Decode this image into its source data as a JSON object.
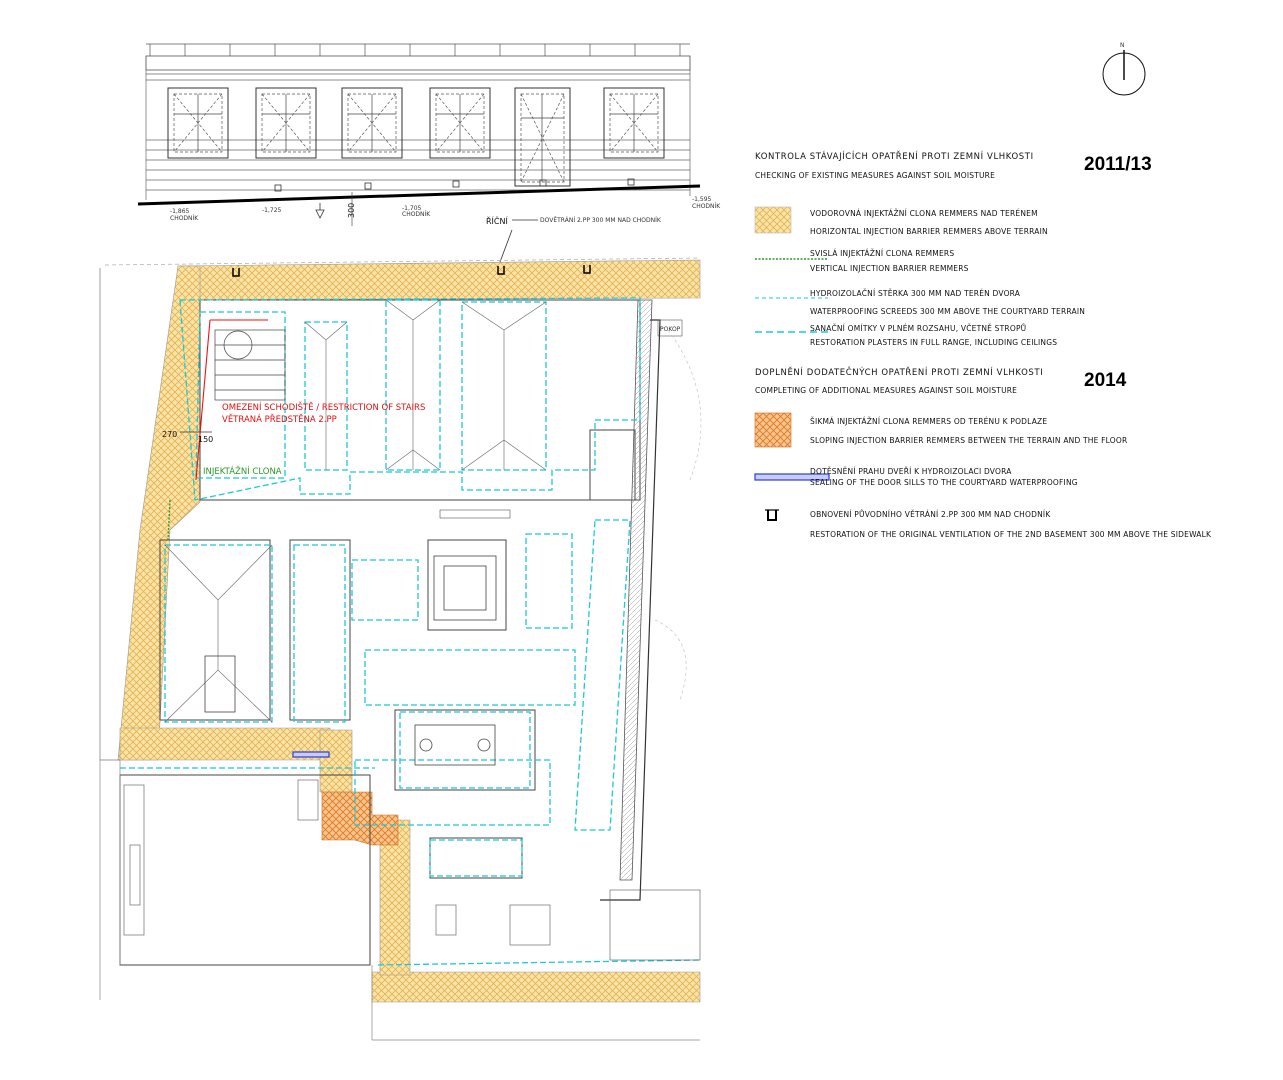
{
  "legend": {
    "section_existing": {
      "title_cz": "KONTROLA  STÁVAJÍCÍCH OPATŘENÍ PROTI ZEMNÍ VLHKOSTI",
      "title_en": "CHECKING OF EXISTING MEASURES AGAINST SOIL MOISTURE",
      "year": "2011/13"
    },
    "section_additional": {
      "title_cz": "DOPLNĚNÍ DODATEČNÝCH OPATŘENÍ PROTI ZEMNÍ VLHKOSTI",
      "title_en": "COMPLETING OF ADDITIONAL MEASURES AGAINST SOIL MOISTURE",
      "year": "2014"
    },
    "items": [
      {
        "cz": "VODOROVNÁ INJEKTÁŽNÍ CLONA REMMERS NAD TERÉNEM",
        "en": "HORIZONTAL INJECTION BARRIER REMMERS ABOVE TERRAIN"
      },
      {
        "cz": "SVISLÁ INJEKTÁŽNÍ CLONA REMMERS",
        "en": "VERTICAL INJECTION BARRIER REMMERS"
      },
      {
        "cz": "HYDROIZOLAČNÍ STĚRKA 300 MM NAD TERÉN DVORA",
        "en": "WATERPROOFING SCREEDS 300 MM ABOVE THE COURTYARD TERRAIN"
      },
      {
        "cz": "SANAČNÍ OMÍTKY V PLNÉM ROZSAHU, VČETNĚ STROPŮ",
        "en": "RESTORATION PLASTERS IN FULL RANGE, INCLUDING CEILINGS"
      },
      {
        "cz": "ŠIKMÁ INJEKTÁŽNÍ CLONA REMMERS OD TERÉNU K PODLAZE",
        "en": "SLOPING INJECTION BARRIER REMMERS BETWEEN THE TERRAIN AND THE FLOOR"
      },
      {
        "cz": "DOTĚSNĚNÍ PRAHU DVEŘÍ K HYDROIZOLACI DVORA",
        "en": "SEALING OF THE DOOR SILLS TO THE COURTYARD WATERPROOFING"
      },
      {
        "cz": "OBNOVENÍ PŮVODNÍHO VĚTRÁNÍ 2.PP 300 MM NAD CHODNÍK",
        "en": "RESTORATION OF THE ORIGINAL VENTILATION OF THE 2ND BASEMENT 300 MM ABOVE THE SIDEWALK"
      }
    ],
    "colors": {
      "hatch_yellow": "#f6d27a",
      "hatch_orange": "#f0a24a",
      "vertical_green": "#2e9e2e",
      "screed_cyan": "#1ec8d8",
      "door_sill_blue": "#2a3fd0"
    }
  },
  "north_arrow": {
    "label": "N"
  },
  "plan_labels": {
    "street": "ŘÍČNÍ",
    "ventilation_note": "DOVĚTRÁNÍ 2.PP 300 MM NAD CHODNÍK",
    "dim_300": "300",
    "stairs_restriction": "OMEZENÍ SCHODIŠTĚ / RESTRICTION OF STAIRS",
    "ventilated_wall": "VĚTRANÁ PŘEDSTĚNA 2.PP",
    "injection_screen": "INJEKTÁŽNÍ CLONA",
    "dim_270": "270",
    "dim_150": "150",
    "pokop": "POKOP"
  }
}
